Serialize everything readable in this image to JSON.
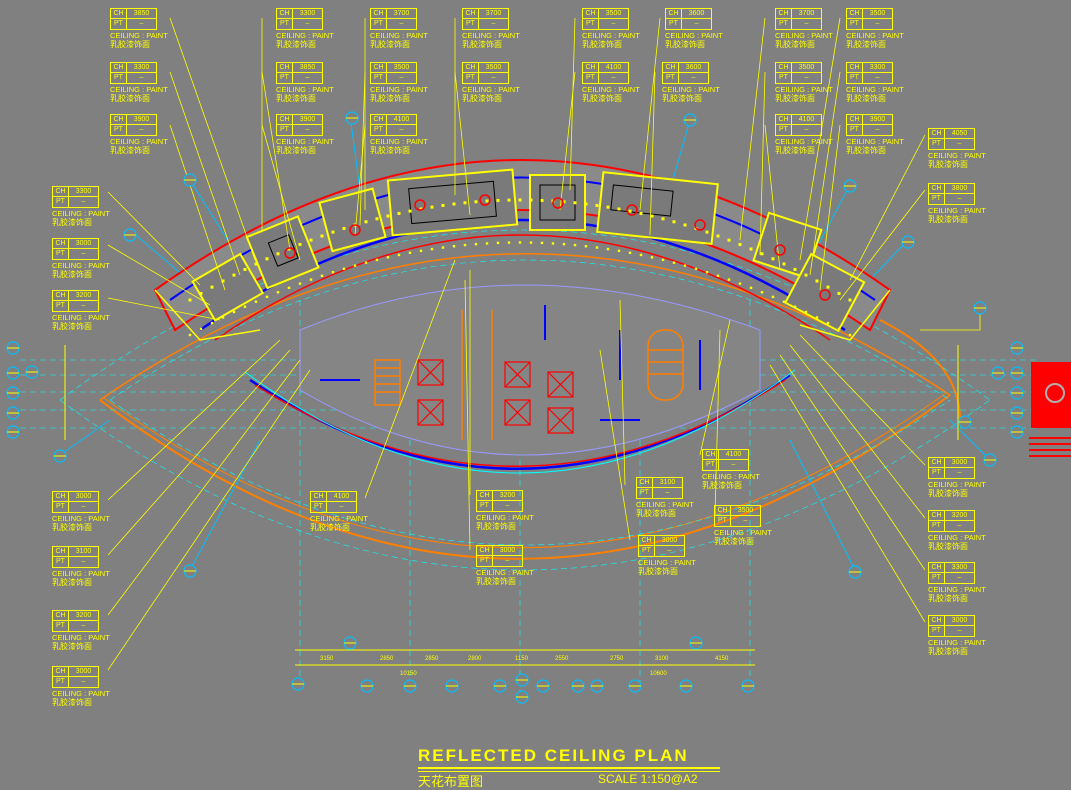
{
  "drawing": {
    "title": "REFLECTED CEILING PLAN",
    "subtitle": "天花布置图",
    "scale": "SCALE  1:150@A2"
  },
  "tag_labels": {
    "ch": "CH",
    "pt": "PT",
    "pt_value": "–",
    "material_en": "CEILING : PAINT",
    "material_cn": "乳胶漆饰面"
  },
  "ceiling_tags": [
    {
      "ch": "3850"
    },
    {
      "ch": "3300"
    },
    {
      "ch": "3900"
    },
    {
      "ch": "3300"
    },
    {
      "ch": "3850"
    },
    {
      "ch": "3900"
    },
    {
      "ch": "3700"
    },
    {
      "ch": "3500"
    },
    {
      "ch": "4100"
    },
    {
      "ch": "3700"
    },
    {
      "ch": "3500"
    },
    {
      "ch": "3500"
    },
    {
      "ch": "4100"
    },
    {
      "ch": "3600"
    },
    {
      "ch": "3600"
    },
    {
      "ch": "3700"
    },
    {
      "ch": "3500"
    },
    {
      "ch": "4100"
    },
    {
      "ch": "3500"
    },
    {
      "ch": "3300"
    },
    {
      "ch": "3900"
    },
    {
      "ch": "3300"
    },
    {
      "ch": "3000"
    },
    {
      "ch": "3200"
    },
    {
      "ch": "4050"
    },
    {
      "ch": "3800"
    },
    {
      "ch": "3000"
    },
    {
      "ch": "3100"
    },
    {
      "ch": "3200"
    },
    {
      "ch": "3000"
    },
    {
      "ch": "4100"
    },
    {
      "ch": "3200"
    },
    {
      "ch": "3000"
    },
    {
      "ch": "3100"
    },
    {
      "ch": "3000"
    },
    {
      "ch": "4100"
    },
    {
      "ch": "3500"
    },
    {
      "ch": "3000"
    },
    {
      "ch": "3200"
    },
    {
      "ch": "3300"
    },
    {
      "ch": "3000"
    }
  ],
  "colors": {
    "background": "#808080",
    "annotation": "#ffff00",
    "wall_blue": "#0000ff",
    "wall_red": "#ff0000",
    "arc_orange": "#ff7f00",
    "grid_cyan": "#00ffff",
    "title_red": "#ff0000"
  },
  "icons": [
    "grid-bubble-icon",
    "elevation-marker-icon"
  ]
}
